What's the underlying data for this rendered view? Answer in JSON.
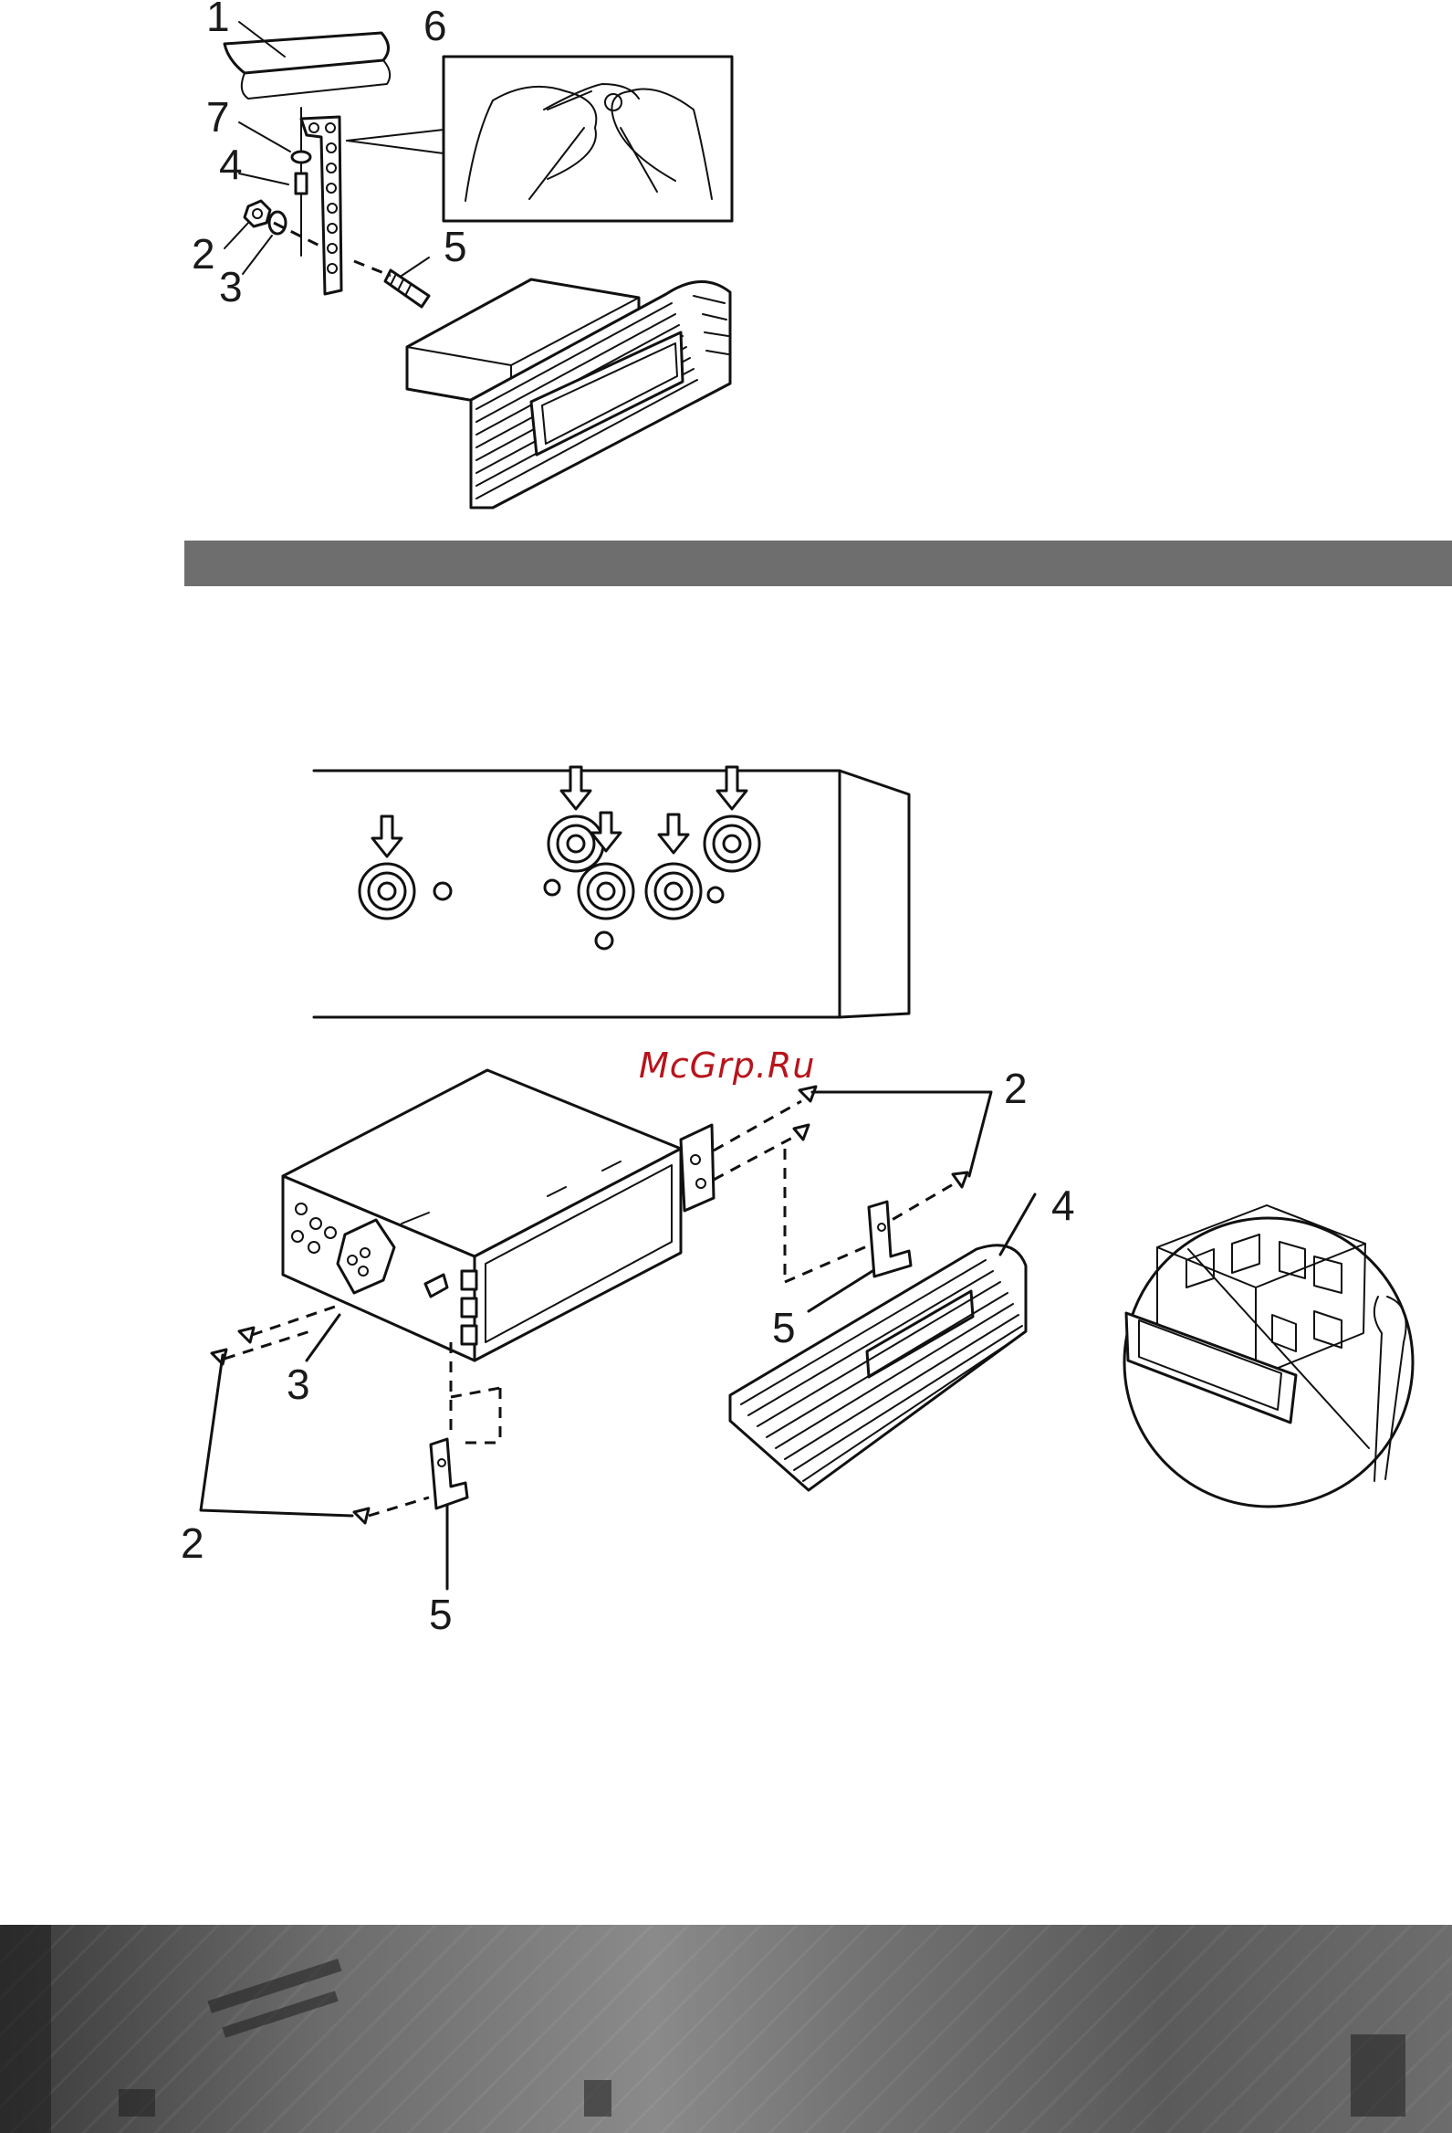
{
  "figure_top": {
    "callouts": [
      "1",
      "6",
      "7",
      "4",
      "2",
      "3",
      "5"
    ]
  },
  "figure_bottom": {
    "callouts": [
      "2",
      "4",
      "3",
      "5",
      "2",
      "5"
    ]
  },
  "watermark": "McGrp.Ru",
  "colors": {
    "section_bar": "#6e6e6e",
    "watermark": "#b8141c",
    "footer": "#6b6b6b"
  }
}
